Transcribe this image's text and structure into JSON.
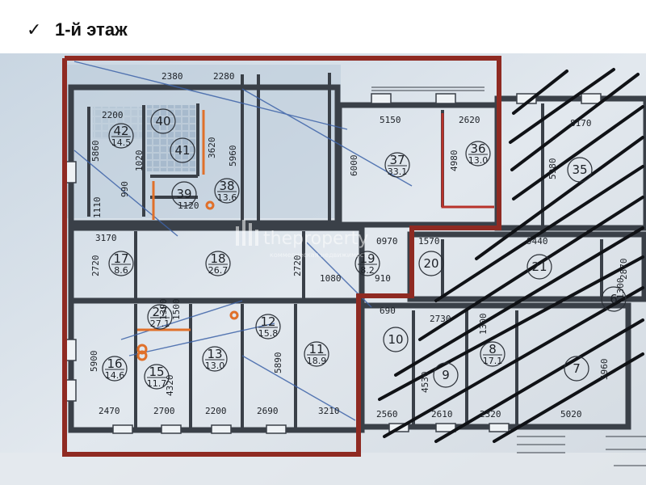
{
  "header": {
    "check_icon": "checkmark-icon",
    "title": "1-й этаж"
  },
  "colors": {
    "boundary": "#8f2a22",
    "walls": "#3a4048",
    "hatch": "#101216",
    "paper": "#dce3ea",
    "accent_orange": "#e0702a"
  },
  "watermark": {
    "brand": "theproperty",
    "tagline": "коммерческая недвижимость"
  },
  "dimensions": [
    "2380",
    "2280",
    "2200",
    "5860",
    "3620",
    "5960",
    "1020",
    "990",
    "1110",
    "1120",
    "5150",
    "2620",
    "6000",
    "4980",
    "8170",
    "5980",
    "3170",
    "2720",
    "2720",
    "1570",
    "0970",
    "9440",
    "2870",
    "1300",
    "1080",
    "910",
    "690",
    "1500",
    "1390",
    "5900",
    "5890",
    "2730",
    "1300",
    "4530",
    "5960",
    "2470",
    "2700",
    "2200",
    "2690",
    "3210",
    "2560",
    "2610",
    "2320",
    "5020"
  ],
  "rooms": [
    {
      "id": "42",
      "area": "14.5"
    },
    {
      "id": "41",
      "area": ""
    },
    {
      "id": "40",
      "area": ""
    },
    {
      "id": "39",
      "area": ""
    },
    {
      "id": "38",
      "area": "13.6"
    },
    {
      "id": "37",
      "area": "33.1"
    },
    {
      "id": "36",
      "area": "13.0"
    },
    {
      "id": "35",
      "area": ""
    },
    {
      "id": "17",
      "area": "8.6"
    },
    {
      "id": "18",
      "area": "26.7"
    },
    {
      "id": "19",
      "area": "8.2"
    },
    {
      "id": "20",
      "area": ""
    },
    {
      "id": "21",
      "area": ""
    },
    {
      "id": "27",
      "area": "27.1"
    },
    {
      "id": "16",
      "area": "14.6"
    },
    {
      "id": "15",
      "area": "11.7"
    },
    {
      "id": "13",
      "area": "13.0"
    },
    {
      "id": "12",
      "area": "15.8"
    },
    {
      "id": "11",
      "area": "18.9"
    },
    {
      "id": "9",
      "area": ""
    },
    {
      "id": "10",
      "area": ""
    },
    {
      "id": "8",
      "area": "17.1"
    },
    {
      "id": "7",
      "area": ""
    },
    {
      "id": "6",
      "area": ""
    }
  ],
  "sublabels": [
    "4320"
  ]
}
